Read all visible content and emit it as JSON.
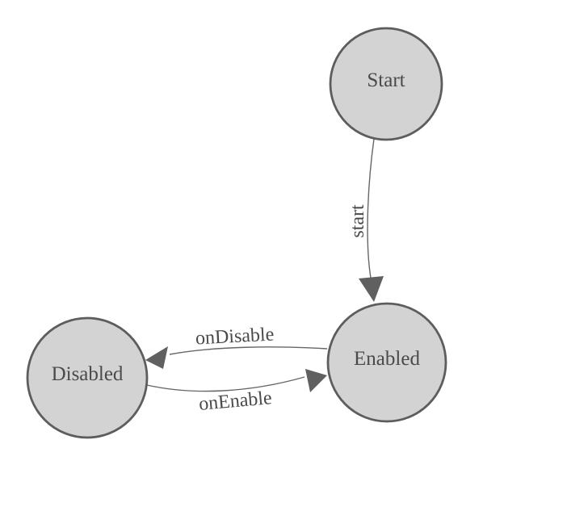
{
  "diagram": {
    "type": "state-machine-diagram",
    "background_color": "#ffffff",
    "colors": {
      "node_fill": "#d3d3d3",
      "node_stroke": "#5d5d5d",
      "edge_stroke": "#666666",
      "arrow_fill": "#606060",
      "node_label": "#4a4a4a",
      "edge_label": "#4a4a4a"
    },
    "nodes": [
      {
        "id": "start",
        "label": "Start"
      },
      {
        "id": "enabled",
        "label": "Enabled"
      },
      {
        "id": "disabled",
        "label": "Disabled"
      }
    ],
    "edges": [
      {
        "from": "Start",
        "to": "Enabled",
        "label": "start"
      },
      {
        "from": "Enabled",
        "to": "Disabled",
        "label": "onDisable"
      },
      {
        "from": "Disabled",
        "to": "Enabled",
        "label": "onEnable"
      }
    ]
  }
}
